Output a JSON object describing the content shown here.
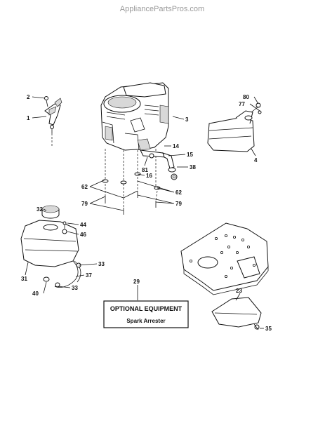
{
  "watermark": "AppliancePartsPros.com",
  "callouts": [
    "2",
    "1",
    "3",
    "80",
    "77",
    "4",
    "14",
    "15",
    "81",
    "38",
    "16",
    "62",
    "62",
    "79",
    "79",
    "32",
    "44",
    "46",
    "31",
    "37",
    "33",
    "33",
    "40",
    "29",
    "23",
    "35"
  ],
  "optional_box": {
    "title": "OPTIONAL EQUIPMENT",
    "subtitle": "Spark Arrester"
  }
}
